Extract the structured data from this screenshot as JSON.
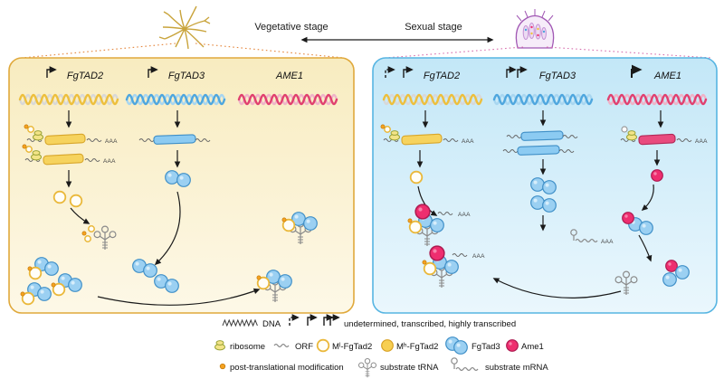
{
  "stages": {
    "vegetative": "Vegetative stage",
    "sexual": "Sexual stage"
  },
  "left_panel": {
    "genes": {
      "tad2": "FgTAD2",
      "tad3": "FgTAD3",
      "ame1": "AME1"
    }
  },
  "right_panel": {
    "genes": {
      "tad2": "FgTAD2",
      "tad3": "FgTAD3",
      "ame1": "AME1"
    }
  },
  "labels": {
    "poly_a": "AAA"
  },
  "legend": {
    "dna": "DNA",
    "transcription_arrows": "undetermined, transcribed, highly transcribed",
    "ribosome": "ribosome",
    "orf": "ORF",
    "ml_fgtad2": "Mˡ-FgTad2",
    "mh_fgtad2": "Mʰ-FgTad2",
    "fgtad3": "FgTad3",
    "ame1": "Ame1",
    "ptm": "post-translational modification",
    "substrate_trna": "substrate tRNA",
    "substrate_mrna": "substrate mRNA"
  },
  "colors": {
    "fgtad2_yellow": "#edbf3c",
    "fgtad3_blue": "#4ea6de",
    "ame1_red": "#ee2e6f",
    "vegetative_panel_bg": "#f8ecc0",
    "vegetative_panel_border": "#e0a93c",
    "sexual_panel_bg": "#c3e7f7",
    "sexual_panel_border": "#57b5e2"
  }
}
